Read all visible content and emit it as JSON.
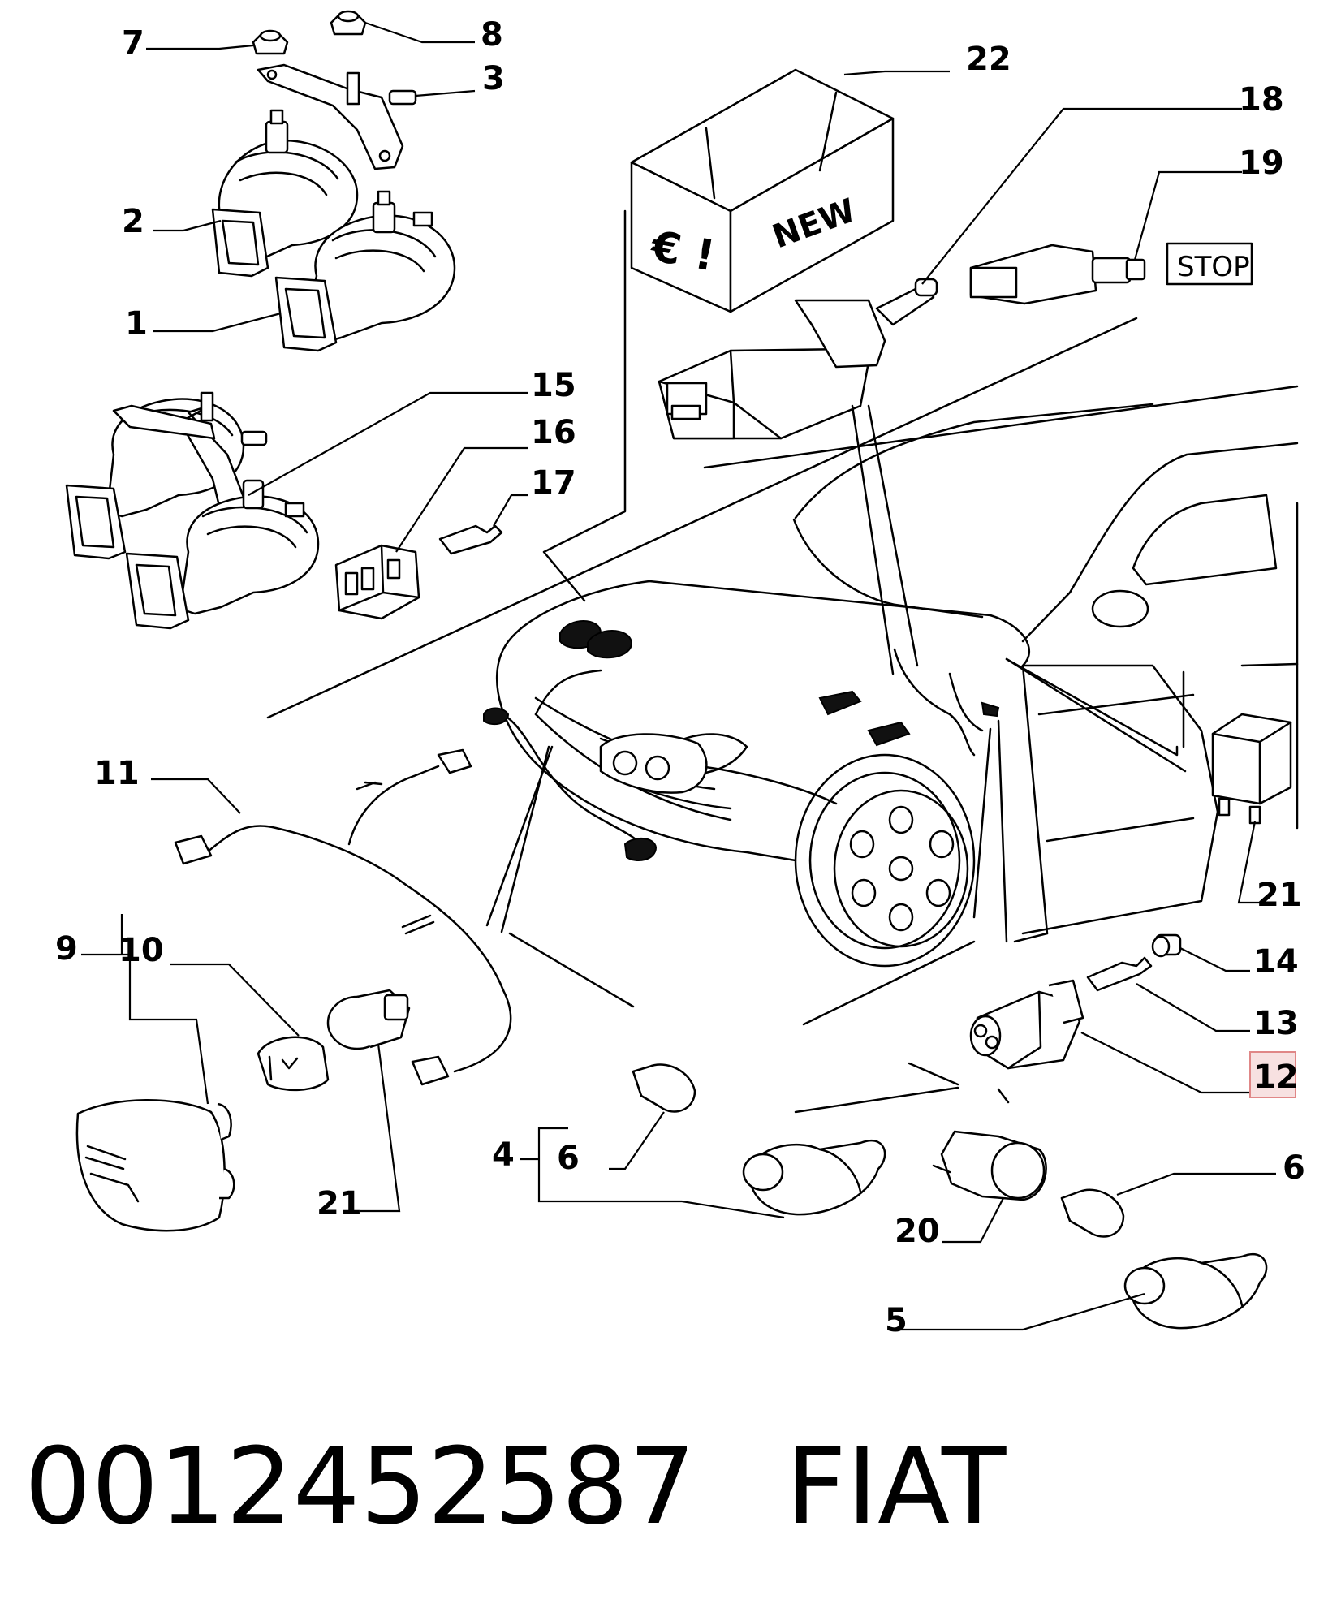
{
  "diagram": {
    "callouts": {
      "c1": "1",
      "c2": "2",
      "c3": "3",
      "c4": "4",
      "c5": "5",
      "c6a": "6",
      "c6b": "6",
      "c7": "7",
      "c8": "8",
      "c9": "9",
      "c10": "10",
      "c11": "11",
      "c12": "12",
      "c13": "13",
      "c14": "14",
      "c15": "15",
      "c16": "16",
      "c17": "17",
      "c18": "18",
      "c19": "19",
      "c20": "20",
      "c21a": "21",
      "c21b": "21",
      "c22": "22"
    },
    "box_new": "NEW",
    "box_euro": "€ !",
    "stop_label": "STOP",
    "highlighted_callout": "12"
  },
  "footer": {
    "part_number": "0012452587",
    "brand": "FIAT"
  }
}
